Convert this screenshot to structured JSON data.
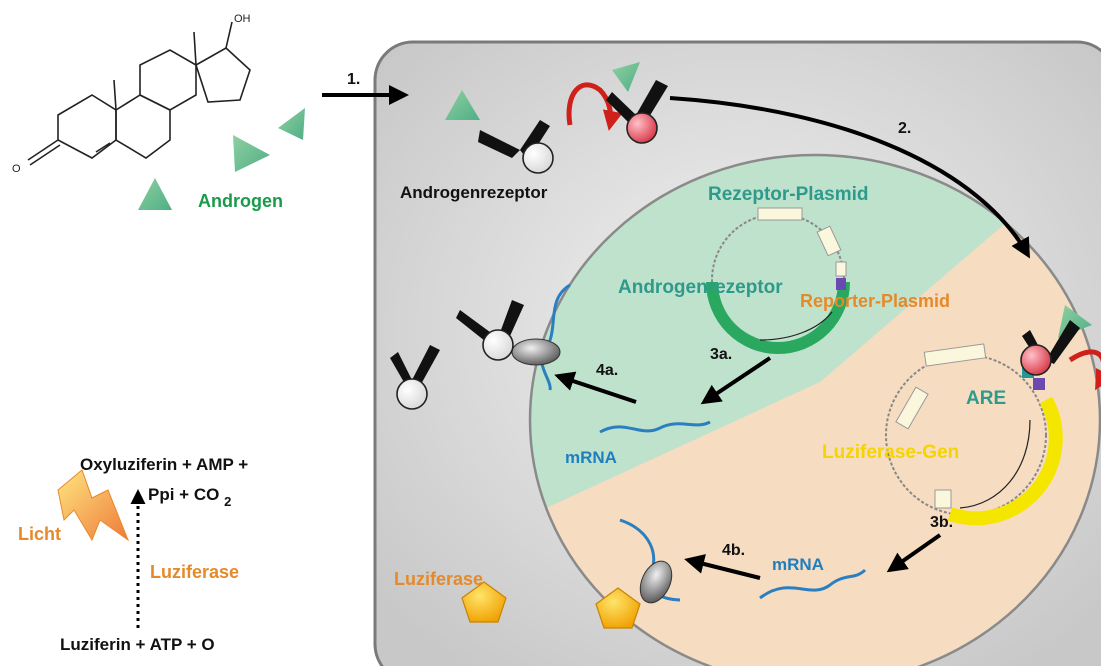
{
  "labels": {
    "androgen": "Androgen",
    "androgenrezeptor_outer": "Androgenrezeptor",
    "rezeptor_plasmid": "Rezeptor-Plasmid",
    "androgenrezeptor_inner": "Androgenrezeptor",
    "reporter_plasmid": "Reporter-Plasmid",
    "are": "ARE",
    "luziferase_gen": "Luziferase-Gen",
    "mrna_upper": "mRNA",
    "mrna_lower": "mRNA",
    "luziferase_protein": "Luziferase",
    "molecule_oh": "OH",
    "molecule_o": "O"
  },
  "steps": {
    "s1": "1.",
    "s2": "2.",
    "s3a": "3a.",
    "s3b": "3b.",
    "s4a": "4a.",
    "s4b": "4b."
  },
  "reaction": {
    "products_line1": "Oxyluziferin + AMP +",
    "products_line2_a": "Ppi + CO",
    "products_line2_sub": "2",
    "reactants": "Luziferin + ATP + O",
    "enzyme": "Luziferase",
    "light": "Licht"
  },
  "colors": {
    "cell_bg": "#d9d9d9",
    "nucleus_green": "#bfe2cc",
    "nucleus_peach": "#f6dcc0",
    "receptor": "#111111",
    "bound_receptor_ball": "#e85a6a",
    "arrow_red": "#d0201a",
    "luciferase_gold": "#f5b800",
    "mrna_blue": "#2a7fc0"
  }
}
